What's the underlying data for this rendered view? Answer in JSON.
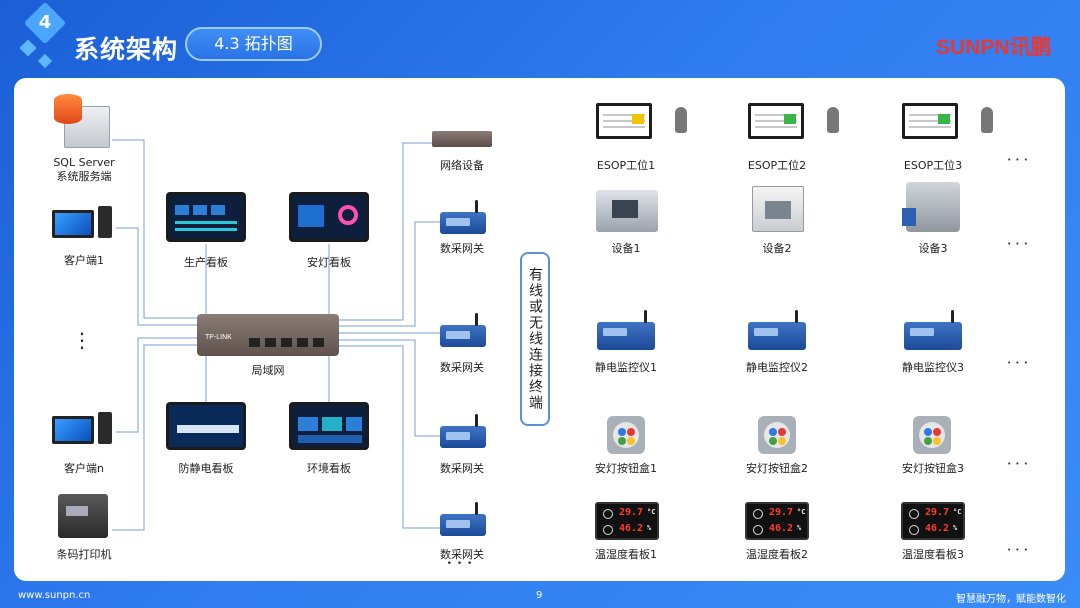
{
  "header": {
    "section_number": "4",
    "title": "系统架构",
    "subtitle": "4.3 拓扑图",
    "brand": "SUNPN讯鹏"
  },
  "left_nodes": {
    "server": "SQL Server\n系统服务端",
    "client1": "客户端1",
    "vertical_ellipsis": "⋮",
    "clientn": "客户端n",
    "printer": "条码打印机"
  },
  "center": {
    "board_production": "生产看板",
    "board_andon": "安灯看板",
    "lan": "局域网",
    "board_esd": "防静电看板",
    "board_env": "环境看板",
    "switch_brand": "TP-LINK"
  },
  "gateways": {
    "network_device": "网络设备",
    "gateway1": "数采网关",
    "gateway2": "数采网关",
    "gateway3": "数采网关",
    "gateway4": "数采网关",
    "more": "• • •"
  },
  "connector": {
    "label": "有线或无线连接终端"
  },
  "terminals": {
    "row_esop": [
      "ESOP工位1",
      "ESOP工位2",
      "ESOP工位3"
    ],
    "row_equipment": [
      "设备1",
      "设备2",
      "设备3"
    ],
    "row_esd": [
      "静电监控仪1",
      "静电监控仪2",
      "静电监控仪3"
    ],
    "row_andon": [
      "安灯按钮盒1",
      "安灯按钮盒2",
      "安灯按钮盒3"
    ],
    "row_th": [
      "温湿度看板1",
      "温湿度看板2",
      "温湿度看板3"
    ],
    "more": "• • •"
  },
  "th_display": {
    "temp": "29.7",
    "temp_unit": "°C",
    "hum": "46.2",
    "hum_unit": "%"
  },
  "footer": {
    "url": "www.sunpn.cn",
    "page": "9",
    "slogan": "智慧融万物，赋能数智化"
  },
  "colors": {
    "background": "#2f7bf0",
    "brand": "#e53935",
    "line": "#7a9fd6"
  }
}
